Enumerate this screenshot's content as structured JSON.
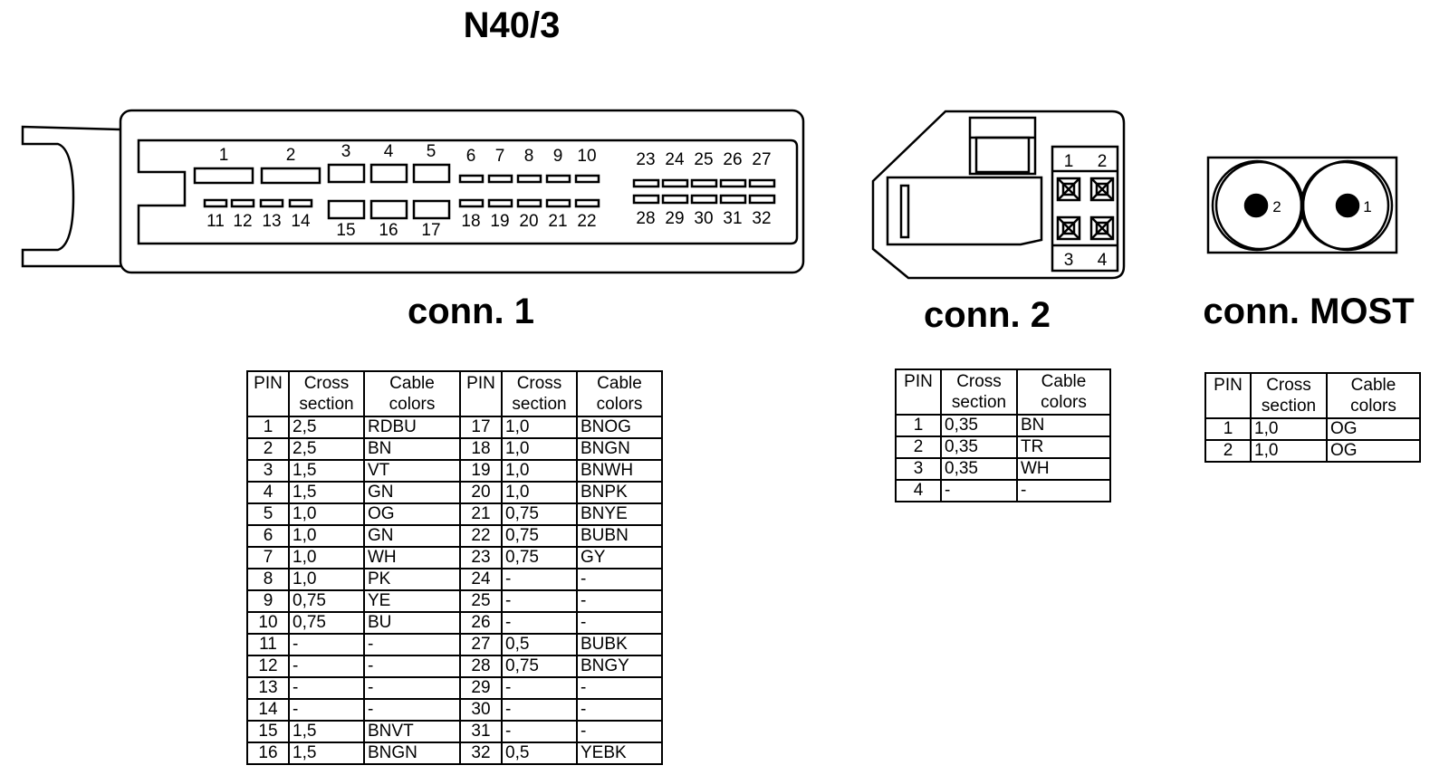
{
  "title": "N40/3",
  "connectors": {
    "conn1": {
      "label": "conn. 1",
      "pin_numbers_top_large": [
        "1",
        "2",
        "3",
        "4",
        "5"
      ],
      "pin_numbers_top_small": [
        "6",
        "7",
        "8",
        "9",
        "10"
      ],
      "pin_numbers_top_right": [
        "23",
        "24",
        "25",
        "26",
        "27"
      ],
      "pin_numbers_bottom_small": [
        "11",
        "12",
        "13",
        "14"
      ],
      "pin_numbers_bottom_large": [
        "15",
        "16",
        "17"
      ],
      "pin_numbers_bottom_mid": [
        "18",
        "19",
        "20",
        "21",
        "22"
      ],
      "pin_numbers_bottom_right": [
        "28",
        "29",
        "30",
        "31",
        "32"
      ]
    },
    "conn2": {
      "label": "conn. 2",
      "pin_numbers": [
        "1",
        "2",
        "3",
        "4"
      ]
    },
    "connmost": {
      "label": "conn. MOST",
      "pin_numbers": [
        "2",
        "1"
      ]
    }
  },
  "tables": {
    "conn1": {
      "headers": [
        "PIN",
        "Cross section",
        "Cable colors",
        "PIN",
        "Cross section",
        "Cable colors"
      ],
      "rows": [
        [
          "1",
          "2,5",
          "RDBU",
          "17",
          "1,0",
          "BNOG"
        ],
        [
          "2",
          "2,5",
          "BN",
          "18",
          "1,0",
          "BNGN"
        ],
        [
          "3",
          "1,5",
          "VT",
          "19",
          "1,0",
          "BNWH"
        ],
        [
          "4",
          "1,5",
          "GN",
          "20",
          "1,0",
          "BNPK"
        ],
        [
          "5",
          "1,0",
          "OG",
          "21",
          "0,75",
          "BNYE"
        ],
        [
          "6",
          "1,0",
          "GN",
          "22",
          "0,75",
          "BUBN"
        ],
        [
          "7",
          "1,0",
          "WH",
          "23",
          "0,75",
          "GY"
        ],
        [
          "8",
          "1,0",
          "PK",
          "24",
          "-",
          "-"
        ],
        [
          "9",
          "0,75",
          "YE",
          "25",
          "-",
          "-"
        ],
        [
          "10",
          "0,75",
          "BU",
          "26",
          "-",
          "-"
        ],
        [
          "11",
          "-",
          "-",
          "27",
          "0,5",
          "BUBK"
        ],
        [
          "12",
          "-",
          "-",
          "28",
          "0,75",
          "BNGY"
        ],
        [
          "13",
          "-",
          "-",
          "29",
          "-",
          "-"
        ],
        [
          "14",
          "-",
          "-",
          "30",
          "-",
          "-"
        ],
        [
          "15",
          "1,5",
          "BNVT",
          "31",
          "-",
          "-"
        ],
        [
          "16",
          "1,5",
          "BNGN",
          "32",
          "0,5",
          "YEBK"
        ]
      ]
    },
    "conn2": {
      "headers": [
        "PIN",
        "Cross section",
        "Cable colors"
      ],
      "rows": [
        [
          "1",
          "0,35",
          "BN"
        ],
        [
          "2",
          "0,35",
          "TR"
        ],
        [
          "3",
          "0,35",
          "WH"
        ],
        [
          "4",
          "-",
          "-"
        ]
      ]
    },
    "connmost": {
      "headers": [
        "PIN",
        "Cross section",
        "Cable colors"
      ],
      "rows": [
        [
          "1",
          "1,0",
          "OG"
        ],
        [
          "2",
          "1,0",
          "OG"
        ]
      ]
    }
  }
}
